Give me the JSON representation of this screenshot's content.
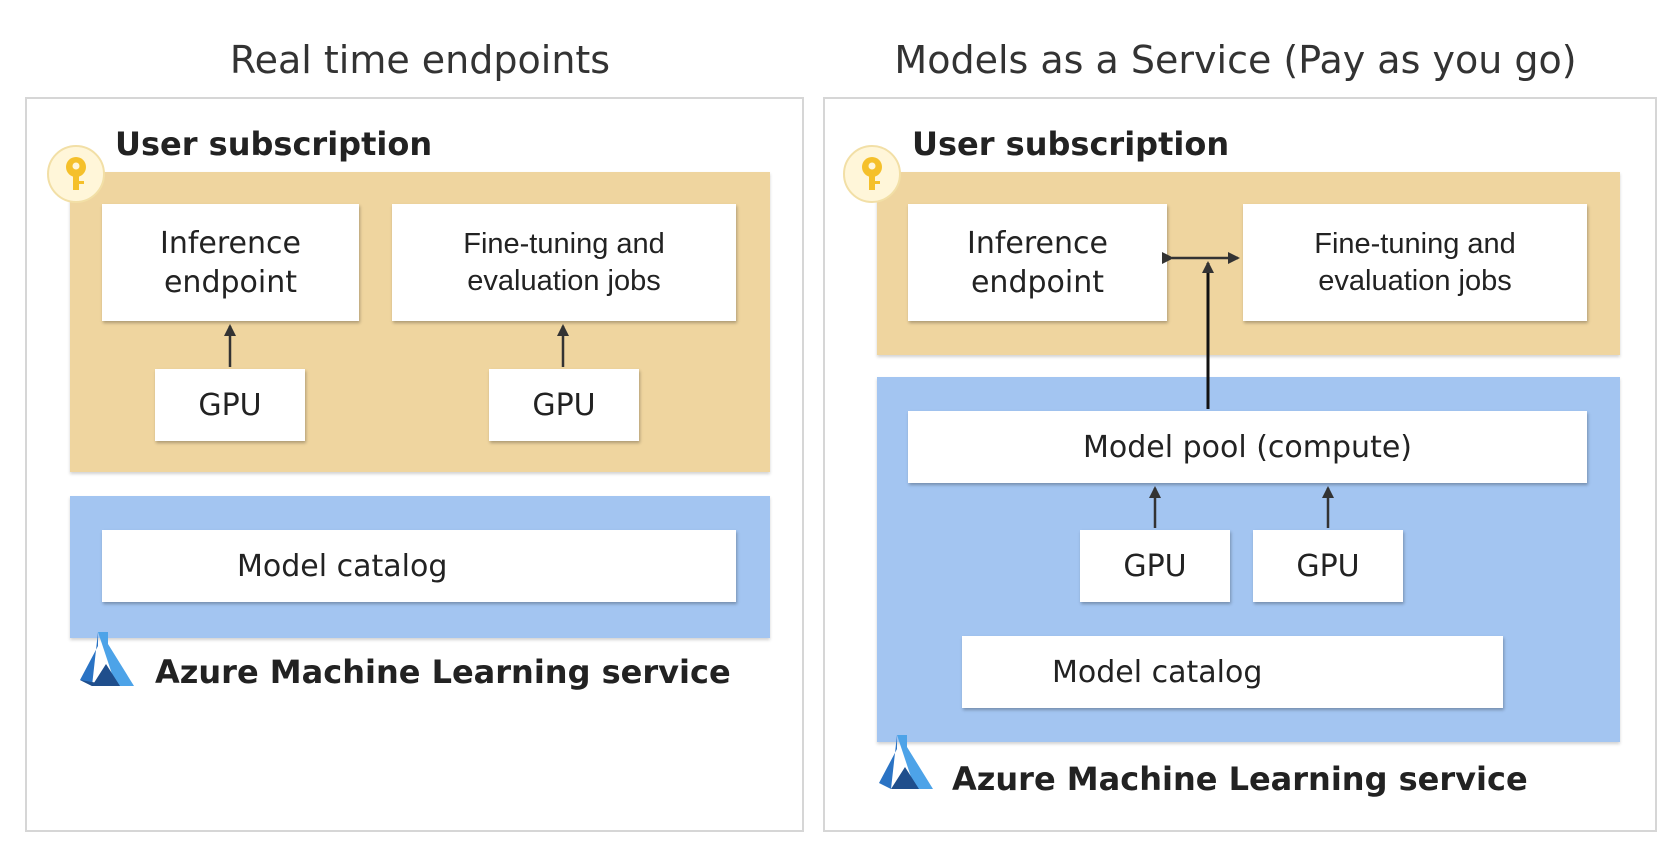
{
  "left": {
    "title": "Real time endpoints",
    "subscription_label": "User subscription",
    "inference_label": "Inference\nendpoint",
    "finetune_label": "Fine-tuning and\nevaluation jobs",
    "gpu_left": "GPU",
    "gpu_right": "GPU",
    "catalog_label": "Model catalog",
    "service_label": "Azure Machine Learning service"
  },
  "right": {
    "title": "Models as a Service (Pay as you go)",
    "subscription_label": "User subscription",
    "inference_label": "Inference\nendpoint",
    "finetune_label": "Fine-tuning and\nevaluation jobs",
    "pool_label": "Model pool (compute)",
    "gpu_left": "GPU",
    "gpu_right": "GPU",
    "catalog_label": "Model catalog",
    "service_label": "Azure Machine Learning service"
  },
  "colors": {
    "subscription_fill": "#efd59f",
    "service_fill": "#a3c5f1",
    "frame_border": "#d6d6d6",
    "arrow": "#333333",
    "key_gold": "#f5c02a",
    "logo_light": "#4da3e8",
    "logo_dark": "#1f4e8c"
  },
  "icons": [
    "key-icon",
    "azure-ml-logo-icon"
  ]
}
